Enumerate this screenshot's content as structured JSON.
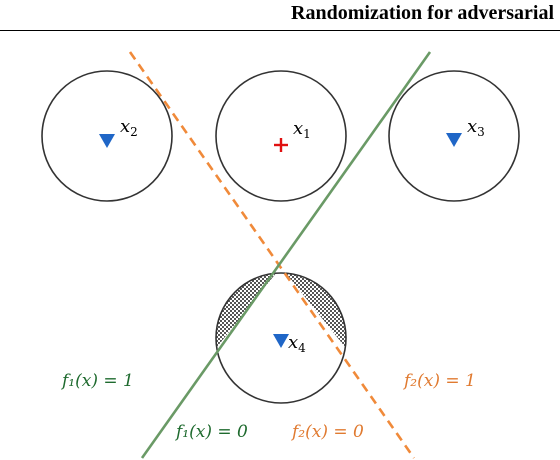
{
  "header": {
    "title": "Randomization for adversarial"
  },
  "colors": {
    "circle": "#333333",
    "triangle": "#1f66c7",
    "cross": "#e01010",
    "f1_line": "#6a9a66",
    "f2_line": "#f08a3a",
    "f1_text": "#1e6a2e",
    "f2_text": "#e07a30",
    "hatch": "#555555"
  },
  "points": [
    {
      "id": "x2",
      "name": "x",
      "sub": "2",
      "marker": "triangle-icon"
    },
    {
      "id": "x1",
      "name": "x",
      "sub": "1",
      "marker": "cross-icon"
    },
    {
      "id": "x3",
      "name": "x",
      "sub": "3",
      "marker": "triangle-icon"
    },
    {
      "id": "x4",
      "name": "x",
      "sub": "4",
      "marker": "triangle-icon"
    }
  ],
  "labels": {
    "f1_one": "f₁(x) = 1",
    "f1_zero": "f₁(x) = 0",
    "f2_one": "f₂(x) = 1",
    "f2_zero": "f₂(x) = 0"
  }
}
